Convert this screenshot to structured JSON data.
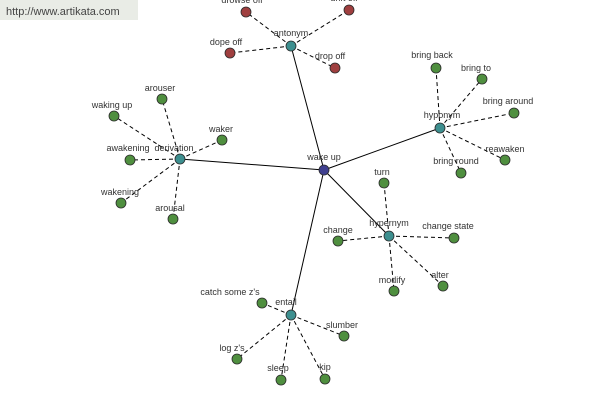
{
  "source_link": "http://www.artikata.com",
  "colors": {
    "center": "#3f3f8f",
    "relation": "#3d8f8f",
    "leaf": "#4f8f3f",
    "antonym_leaf": "#9f3f3f",
    "edge": "#000000"
  },
  "center": {
    "label": "wake up"
  },
  "relations": [
    {
      "id": "antonym",
      "label": "antonym",
      "leaf_color": "antonym_leaf",
      "leaves": [
        "drowse off",
        "drift off",
        "dope off",
        "drop off"
      ]
    },
    {
      "id": "hyponym",
      "label": "hyponym",
      "leaf_color": "leaf",
      "leaves": [
        "bring back",
        "bring to",
        "bring around",
        "reawaken",
        "bring round"
      ]
    },
    {
      "id": "derivation",
      "label": "derivation",
      "leaf_color": "leaf",
      "leaves": [
        "arouser",
        "waking up",
        "waker",
        "awakening",
        "wakening",
        "arousal"
      ]
    },
    {
      "id": "hypernym",
      "label": "hypernym",
      "leaf_color": "leaf",
      "leaves": [
        "turn",
        "change",
        "change state",
        "modify",
        "alter"
      ]
    },
    {
      "id": "entail",
      "label": "entail",
      "leaf_color": "leaf",
      "leaves": [
        "catch some z's",
        "slumber",
        "log z's",
        "sleep",
        "kip"
      ]
    }
  ]
}
